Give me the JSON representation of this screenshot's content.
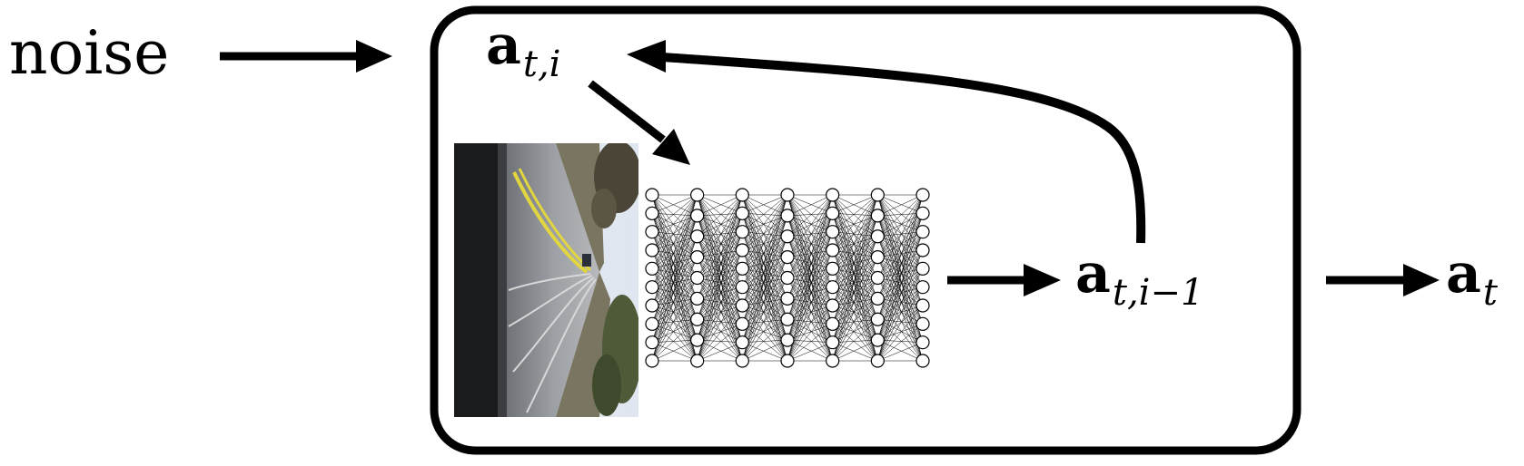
{
  "diagram": {
    "input_label": "noise",
    "loop_input": {
      "base": "a",
      "subscript": "t,i"
    },
    "loop_output": {
      "base": "a",
      "subscript": "t,i−1"
    },
    "final_output": {
      "base": "a",
      "subscript": "t"
    },
    "network_layers": [
      10,
      9,
      10,
      9,
      10,
      9,
      10
    ],
    "camera_image": "road-scene-photo",
    "colors": {
      "ink": "#000000",
      "background": "#ffffff"
    }
  }
}
